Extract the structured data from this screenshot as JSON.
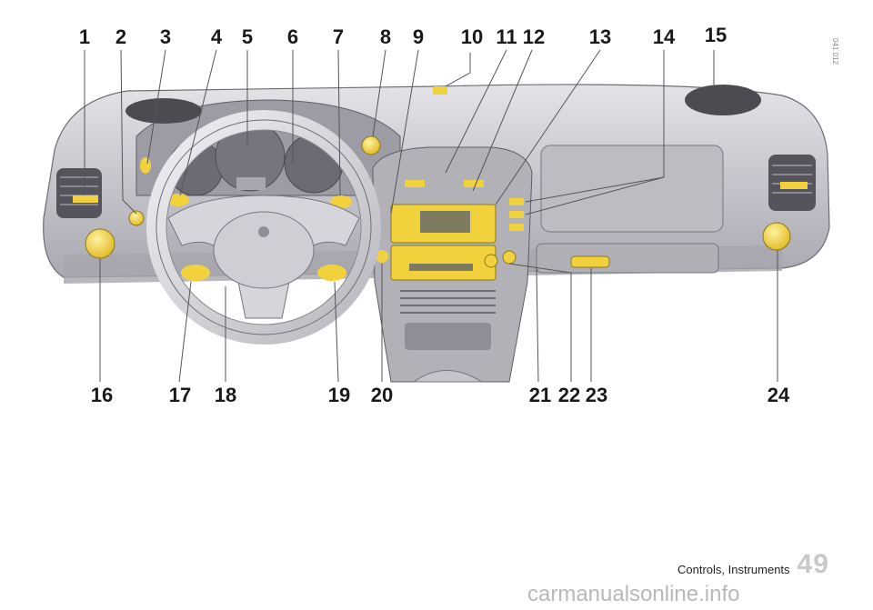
{
  "image_code": "041 012",
  "callouts": [
    {
      "number": "1"
    },
    {
      "number": "2"
    },
    {
      "number": "3"
    },
    {
      "number": "4"
    },
    {
      "number": "5"
    },
    {
      "number": "6"
    },
    {
      "number": "7"
    },
    {
      "number": "8"
    },
    {
      "number": "9"
    },
    {
      "number": "10"
    },
    {
      "number": "11"
    },
    {
      "number": "12"
    },
    {
      "number": "13"
    },
    {
      "number": "14"
    },
    {
      "number": "15"
    },
    {
      "number": "16"
    },
    {
      "number": "17"
    },
    {
      "number": "18"
    },
    {
      "number": "19"
    },
    {
      "number": "20"
    },
    {
      "number": "21"
    },
    {
      "number": "22"
    },
    {
      "number": "23"
    },
    {
      "number": "24"
    }
  ],
  "footer": {
    "caption": "Controls, Instruments",
    "page_number": "49"
  },
  "watermark": "carmanualsonline.info",
  "colors": {
    "highlight": "#f2d23c",
    "dashboard": "#c9c8cf",
    "dashboard_dark": "#8f8e96",
    "leader_line": "#555555"
  }
}
